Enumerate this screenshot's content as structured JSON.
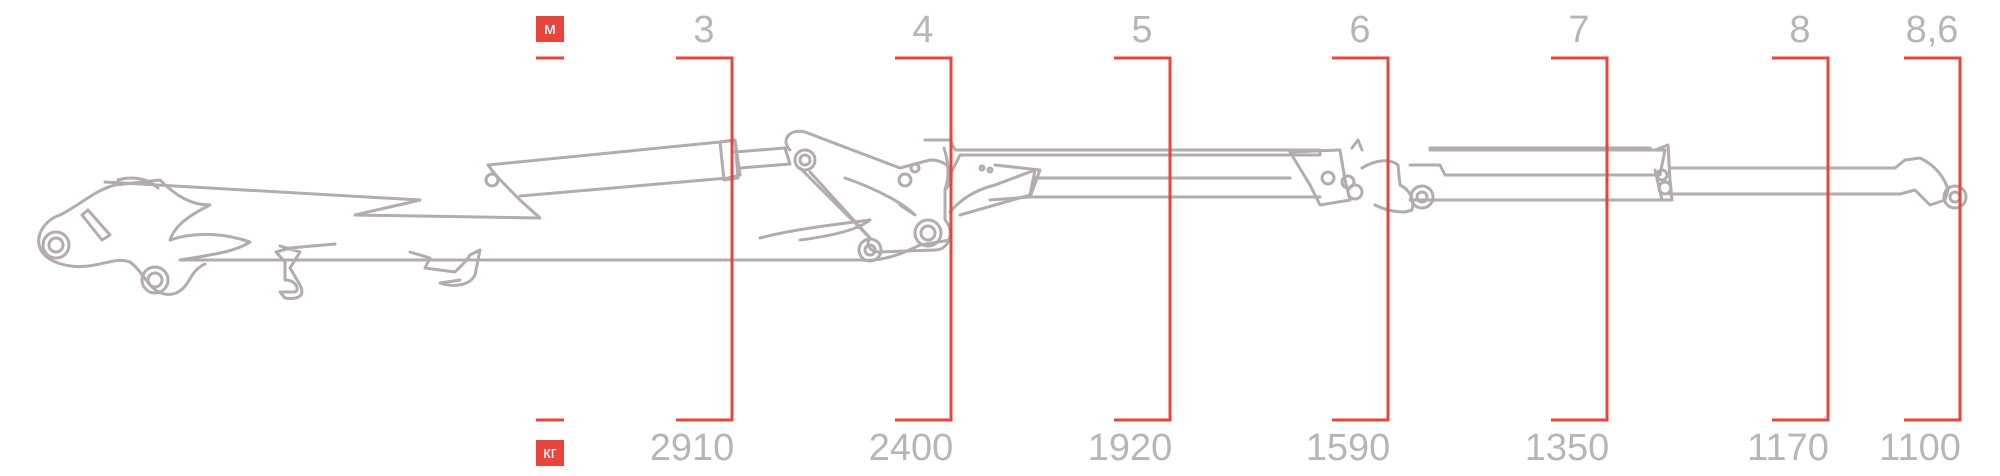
{
  "legend": {
    "reach_unit": "м",
    "capacity_unit": "кг"
  },
  "load_chart": {
    "reach": [
      "3",
      "4",
      "5",
      "6",
      "7",
      "8",
      "8,6"
    ],
    "capacity": [
      "2910",
      "2400",
      "1920",
      "1590",
      "1350",
      "1170",
      "1100"
    ]
  },
  "colors": {
    "accent": "#e8453c",
    "label_gray": "#b6b6b6",
    "crane_outline": "#b3abae"
  }
}
